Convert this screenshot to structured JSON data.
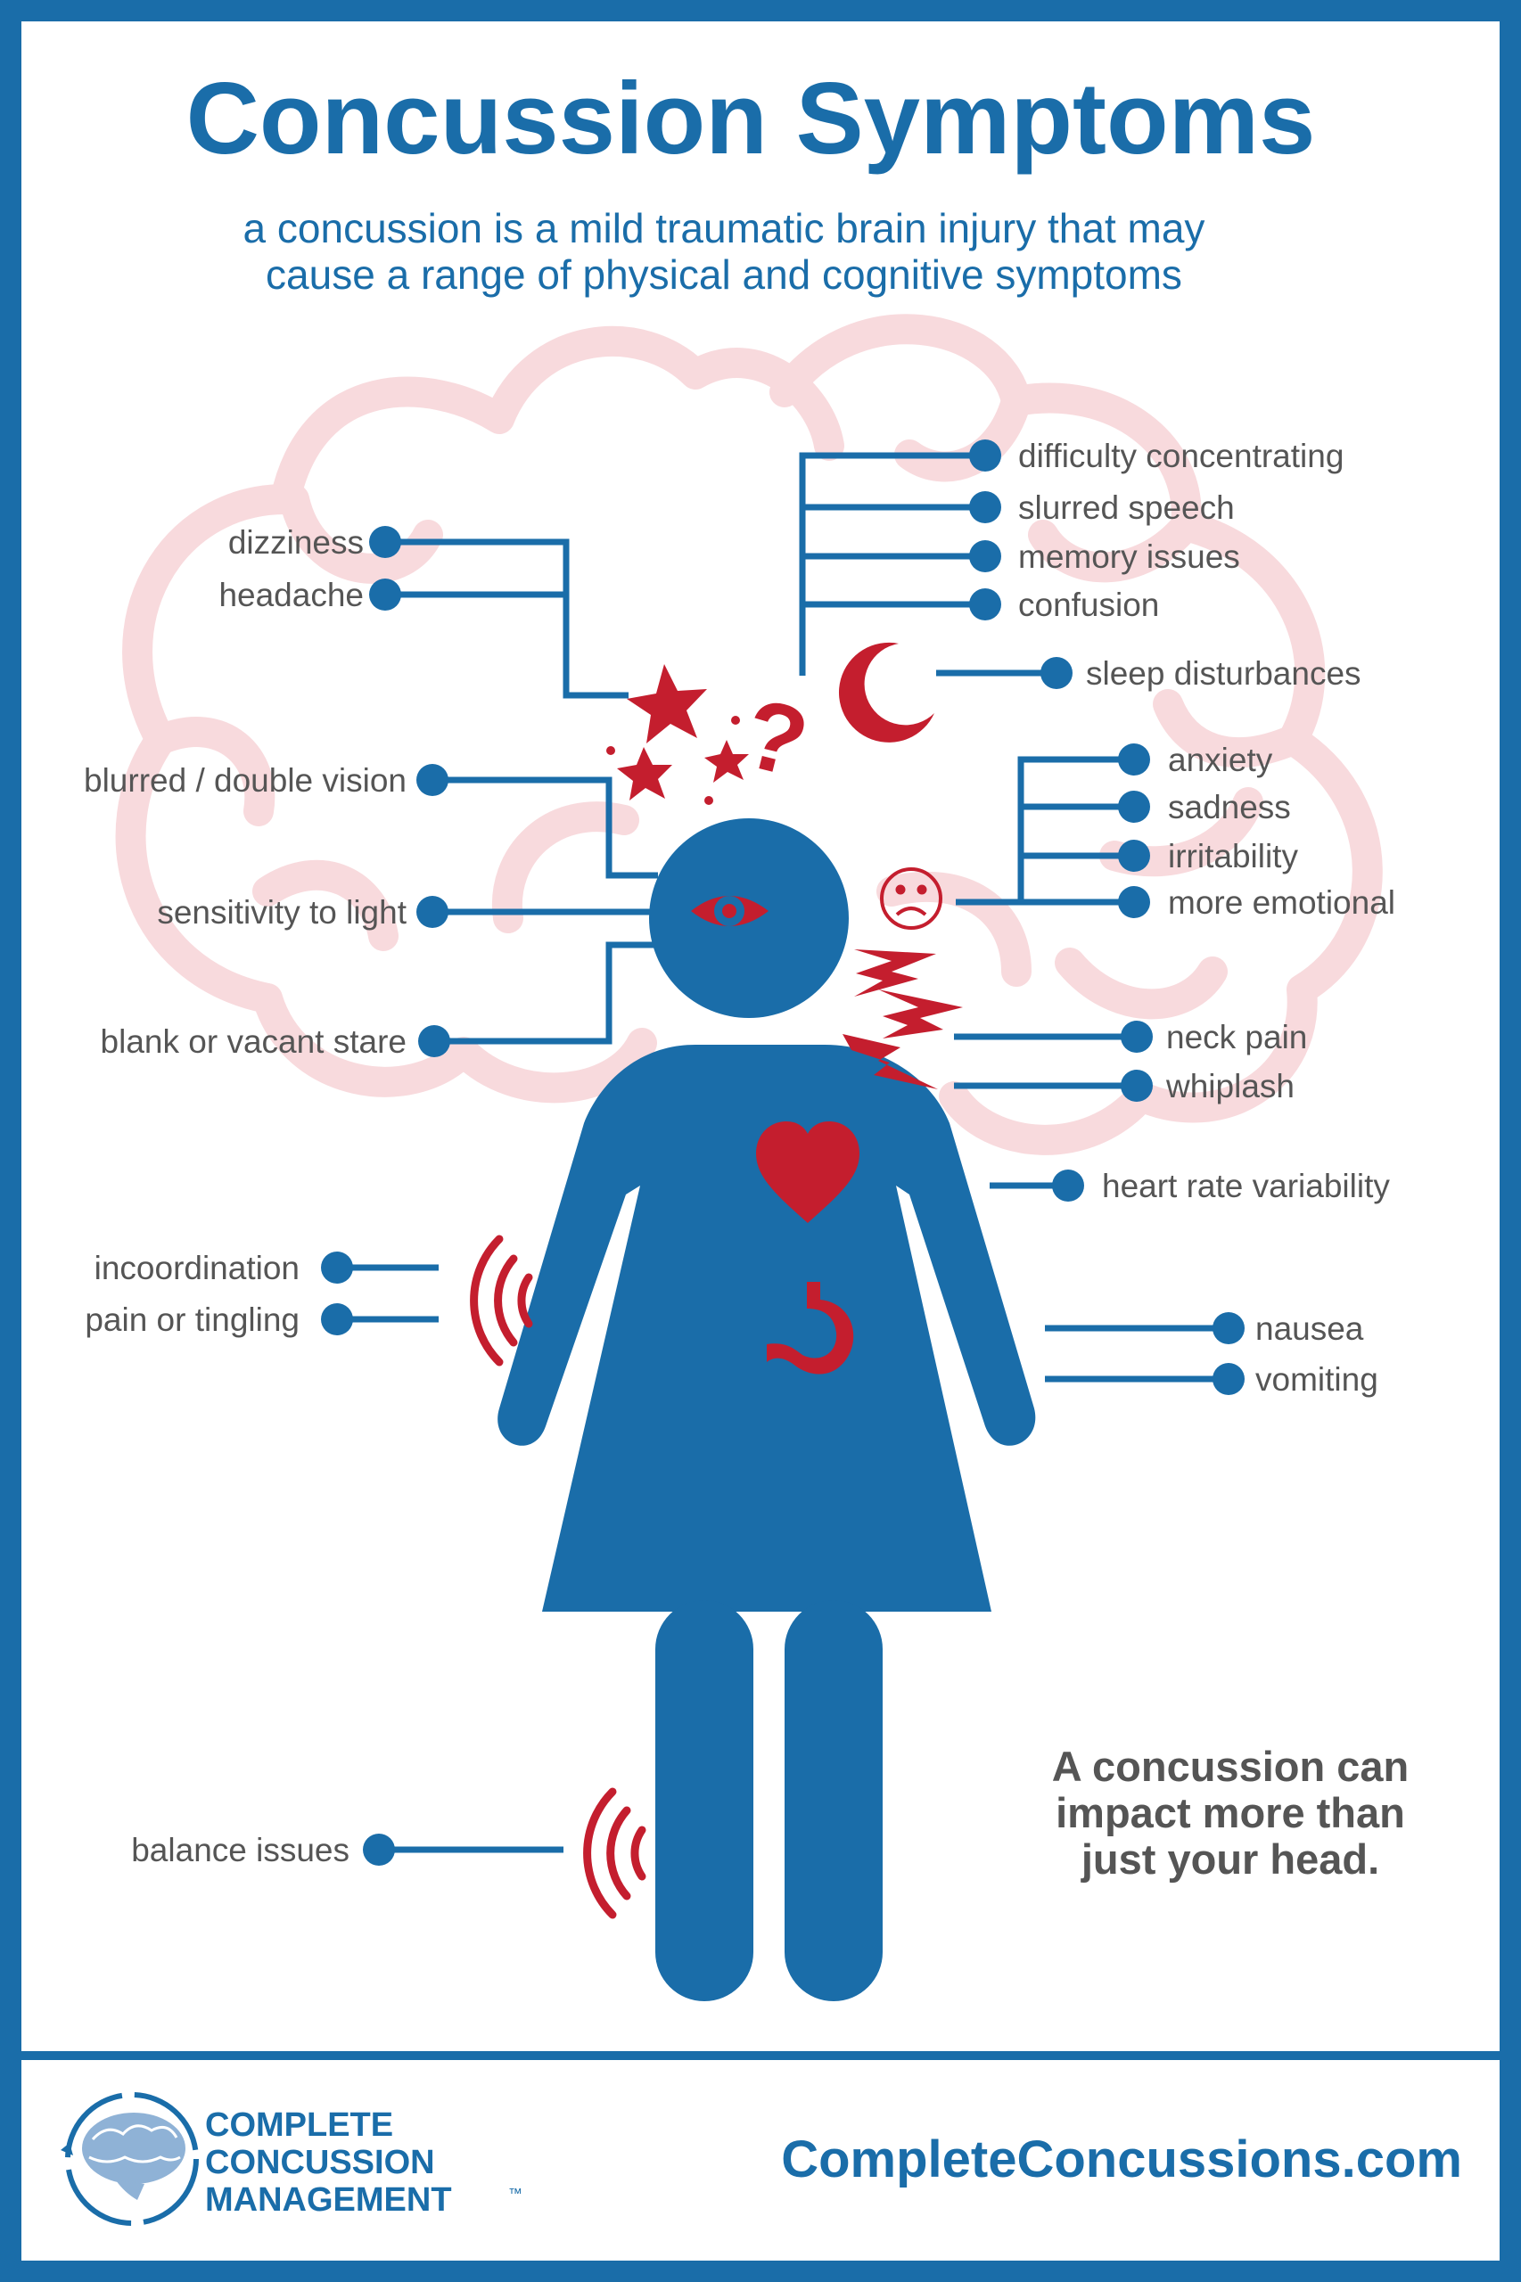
{
  "title": "Concussion Symptoms",
  "subtitle": {
    "line1": "a concussion is a mild traumatic brain injury that may",
    "line2": "cause a range of physical and cognitive symptoms"
  },
  "symptoms": {
    "dizziness": "dizziness",
    "headache": "headache",
    "difficulty_concentrating": "difficulty concentrating",
    "slurred_speech": "slurred speech",
    "memory_issues": "memory issues",
    "confusion": "confusion",
    "sleep_disturbances": "sleep disturbances",
    "blurred_vision": "blurred / double vision",
    "sensitivity_to_light": "sensitivity to light",
    "blank_stare": "blank or vacant stare",
    "anxiety": "anxiety",
    "sadness": "sadness",
    "irritability": "irritability",
    "more_emotional": "more emotional",
    "neck_pain": "neck pain",
    "whiplash": "whiplash",
    "heart_rate_variability": "heart rate variability",
    "incoordination": "incoordination",
    "pain_or_tingling": "pain or tingling",
    "nausea": "nausea",
    "vomiting": "vomiting",
    "balance_issues": "balance issues"
  },
  "callout": {
    "line1": "A concussion can",
    "line2": "impact more than",
    "line3": "just your head."
  },
  "footer": {
    "logo_line1": "COMPLETE",
    "logo_line2": "CONCUSSION",
    "logo_line3": "MANAGEMENT",
    "trademark": "™",
    "website": "CompleteConcussions.com"
  },
  "colors": {
    "brand_blue": "#1a6da9",
    "accent_red": "#c41e2e",
    "brain_pink": "#f8dadd",
    "text_gray": "#555555"
  },
  "icons": [
    "brain-outline-icon",
    "star-icon",
    "question-mark-icon",
    "moon-icon",
    "eye-icon",
    "sad-face-icon",
    "lightning-icon",
    "heart-icon",
    "stomach-icon",
    "vibration-icon",
    "brain-logo-icon"
  ]
}
